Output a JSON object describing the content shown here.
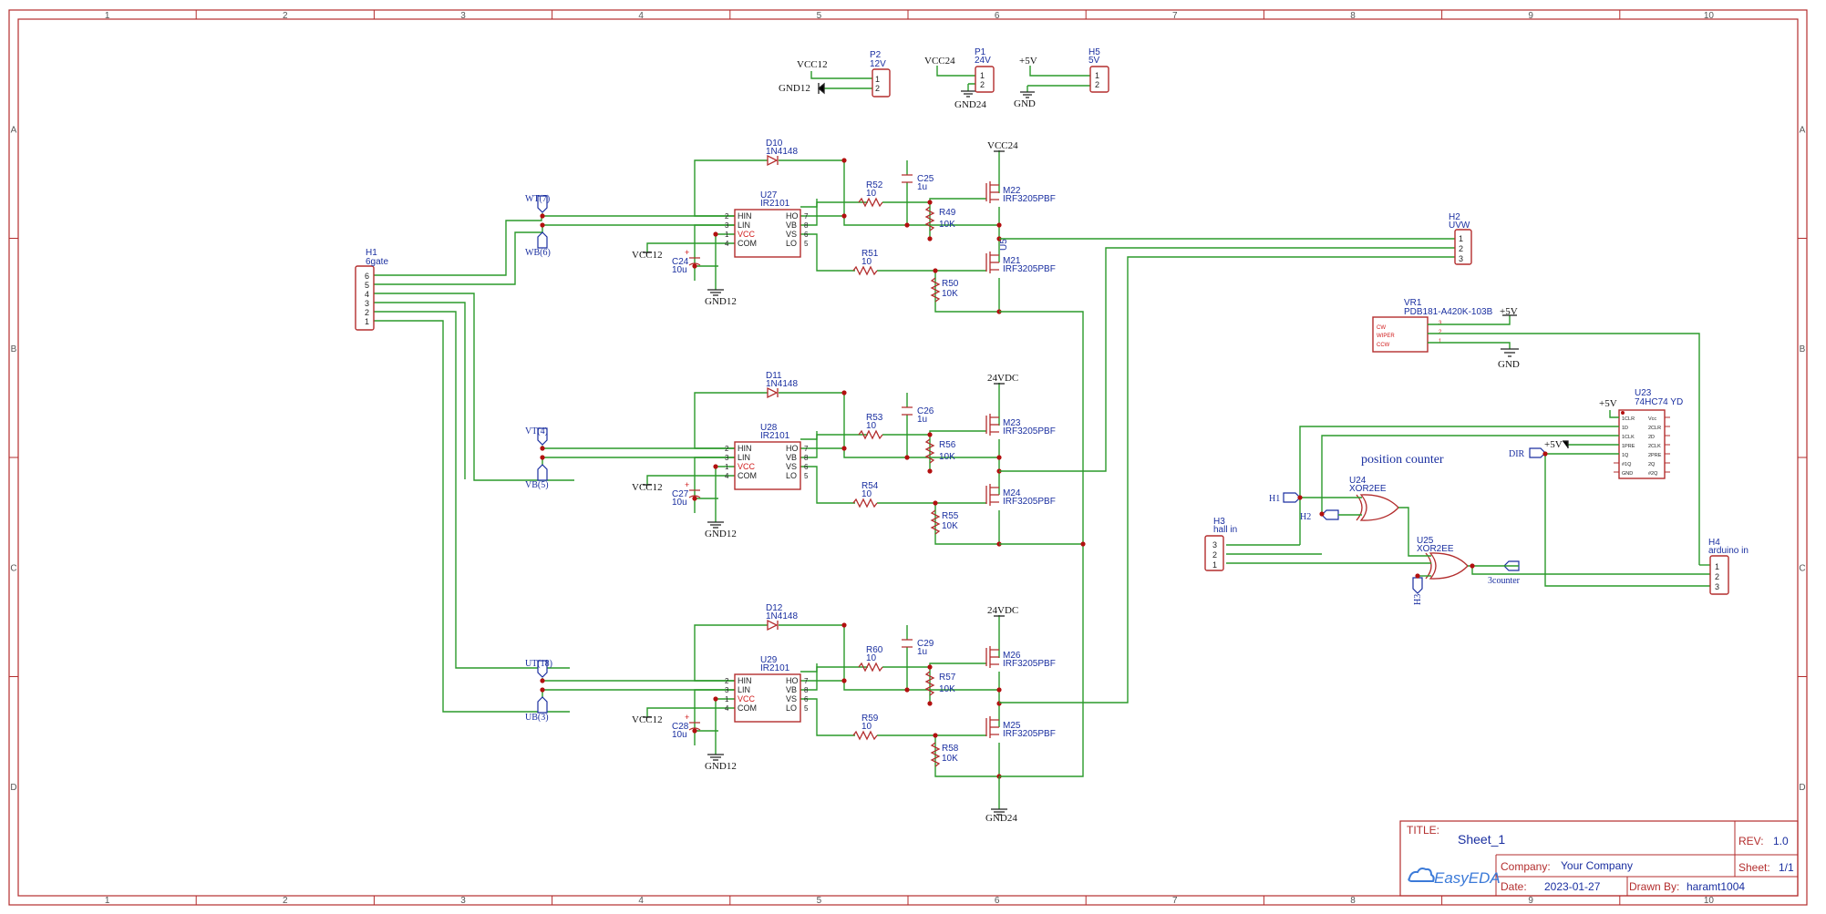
{
  "sheet": {
    "columns": [
      "1",
      "2",
      "3",
      "4",
      "5",
      "6",
      "7",
      "8",
      "9",
      "10"
    ],
    "rows": [
      "A",
      "B",
      "C",
      "D"
    ]
  },
  "power_connectors": [
    {
      "ref": "P2",
      "value": "12V",
      "nets": [
        "VCC12",
        "GND12"
      ],
      "pins": [
        "1",
        "2"
      ]
    },
    {
      "ref": "P1",
      "value": "24V",
      "nets": [
        "VCC24",
        "GND24"
      ],
      "pins": [
        "1",
        "2"
      ]
    },
    {
      "ref": "H5",
      "value": "5V",
      "nets": [
        "+5V",
        "GND"
      ],
      "pins": [
        "1",
        "2"
      ]
    }
  ],
  "header_h1": {
    "ref": "H1",
    "value": "6gate",
    "pins": [
      "6",
      "5",
      "4",
      "3",
      "2",
      "1"
    ]
  },
  "header_h2": {
    "ref": "H2",
    "value": "UVW",
    "pins": [
      "1",
      "2",
      "3"
    ]
  },
  "header_h3": {
    "ref": "H3",
    "value": "hall in",
    "pins": [
      "3",
      "2",
      "1"
    ]
  },
  "header_h4": {
    "ref": "H4",
    "value": "arduino in",
    "pins": [
      "1",
      "2",
      "3"
    ]
  },
  "driver_pins": {
    "left": [
      [
        "2",
        "HIN"
      ],
      [
        "3",
        "LIN"
      ],
      [
        "1",
        "VCC"
      ],
      [
        "4",
        "COM"
      ]
    ],
    "right": [
      [
        "HO",
        "7"
      ],
      [
        "VB",
        "8"
      ],
      [
        "VS",
        "6"
      ],
      [
        "LO",
        "5"
      ]
    ]
  },
  "phases": [
    {
      "driver": "U27",
      "driver_value": "IR2101",
      "diode": "D10",
      "diode_value": "1N4148",
      "boot_cap": "C25",
      "boot_cap_value": "1u",
      "vcc_cap": "C24",
      "vcc_cap_value": "10u",
      "r_high": "R52",
      "r_high_value": "10",
      "r_high_pd": "R49",
      "r_high_pd_value": "10K",
      "r_low": "R51",
      "r_low_value": "10",
      "r_low_pd": "R50",
      "r_low_pd_value": "10K",
      "fet_high": "M22",
      "fet_low": "M21",
      "fet_value": "IRF3205PBF",
      "port_top": "WT(7)",
      "port_bot": "WB(6)",
      "top_supply": "VCC24",
      "vcc_net": "VCC12",
      "gnd_net": "GND12",
      "mid_label": "U5"
    },
    {
      "driver": "U28",
      "driver_value": "IR2101",
      "diode": "D11",
      "diode_value": "1N4148",
      "boot_cap": "C26",
      "boot_cap_value": "1u",
      "vcc_cap": "C27",
      "vcc_cap_value": "10u",
      "r_high": "R53",
      "r_high_value": "10",
      "r_high_pd": "R56",
      "r_high_pd_value": "10K",
      "r_low": "R54",
      "r_low_value": "10",
      "r_low_pd": "R55",
      "r_low_pd_value": "10K",
      "fet_high": "M23",
      "fet_low": "M24",
      "fet_value": "IRF3205PBF",
      "port_top": "VT(4)",
      "port_bot": "VB(5)",
      "top_supply": "24VDC",
      "vcc_net": "VCC12",
      "gnd_net": "GND12",
      "mid_label": ""
    },
    {
      "driver": "U29",
      "driver_value": "IR2101",
      "diode": "D12",
      "diode_value": "1N4148",
      "boot_cap": "C29",
      "boot_cap_value": "1u",
      "vcc_cap": "C28",
      "vcc_cap_value": "10u",
      "r_high": "R60",
      "r_high_value": "10",
      "r_high_pd": "R57",
      "r_high_pd_value": "10K",
      "r_low": "R59",
      "r_low_value": "10",
      "r_low_pd": "R58",
      "r_low_pd_value": "10K",
      "fet_high": "M26",
      "fet_low": "M25",
      "fet_value": "IRF3205PBF",
      "port_top": "UT(18)",
      "port_bot": "UB(3)",
      "top_supply": "24VDC",
      "vcc_net": "VCC12",
      "gnd_net": "GND12",
      "mid_label": ""
    }
  ],
  "bottom_ground": "GND24",
  "pot": {
    "ref": "VR1",
    "value": "PDB181-A420K-103B",
    "pins": [
      "CW",
      "WIPER",
      "CCW"
    ],
    "pin_numbers": [
      "3",
      "2",
      "1"
    ],
    "supply": "+5V",
    "ground": "GND"
  },
  "flipflop": {
    "ref": "U23",
    "value": "74HC74 YD",
    "supply": "+5V",
    "left_pins": [
      "1CLR",
      "1D",
      "1CLK",
      "1PRE",
      "1Q",
      "#1Q",
      "GND"
    ],
    "right_pins": [
      "Vcc",
      "2CLR",
      "2D",
      "2CLK",
      "2PRE",
      "2Q",
      "#2Q"
    ]
  },
  "counter": {
    "title": "position counter",
    "gate1": {
      "ref": "U24",
      "value": "XOR2EE"
    },
    "gate2": {
      "ref": "U25",
      "value": "XOR2EE"
    },
    "ports": {
      "h1": "H1",
      "h2": "H2",
      "h3": "H3",
      "dir": "DIR",
      "out": "3counter",
      "pwr": "+5V"
    }
  },
  "title_block": {
    "title_label": "TITLE:",
    "title": "Sheet_1",
    "rev_label": "REV:",
    "rev": "1.0",
    "company_label": "Company:",
    "company": "Your Company",
    "sheet_label": "Sheet:",
    "sheet": "1/1",
    "date_label": "Date:",
    "date": "2023-01-27",
    "drawn_label": "Drawn By:",
    "drawn": "haramt1004",
    "logo": "EasyEDA"
  },
  "colors": {
    "wire": "#2a9a2a",
    "part": "#b32d2d",
    "label": "#1a2fa0",
    "junction": "#b31010"
  }
}
